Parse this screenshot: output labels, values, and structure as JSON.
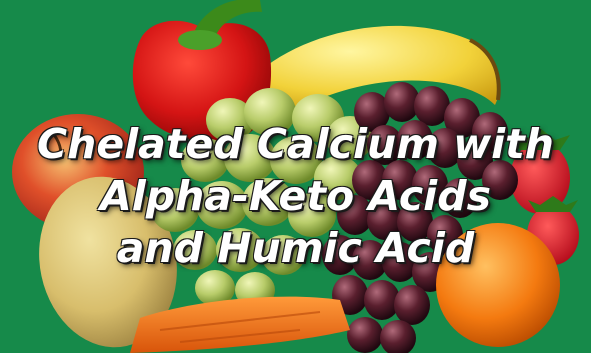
{
  "headline": {
    "line1": "Chelated Calcium with",
    "line2": "Alpha-Keto Acids",
    "line3": "and Humic Acid"
  },
  "colors": {
    "background": "#168a4a",
    "text": "#ffffff",
    "text_outline": "#1a1a1a"
  }
}
